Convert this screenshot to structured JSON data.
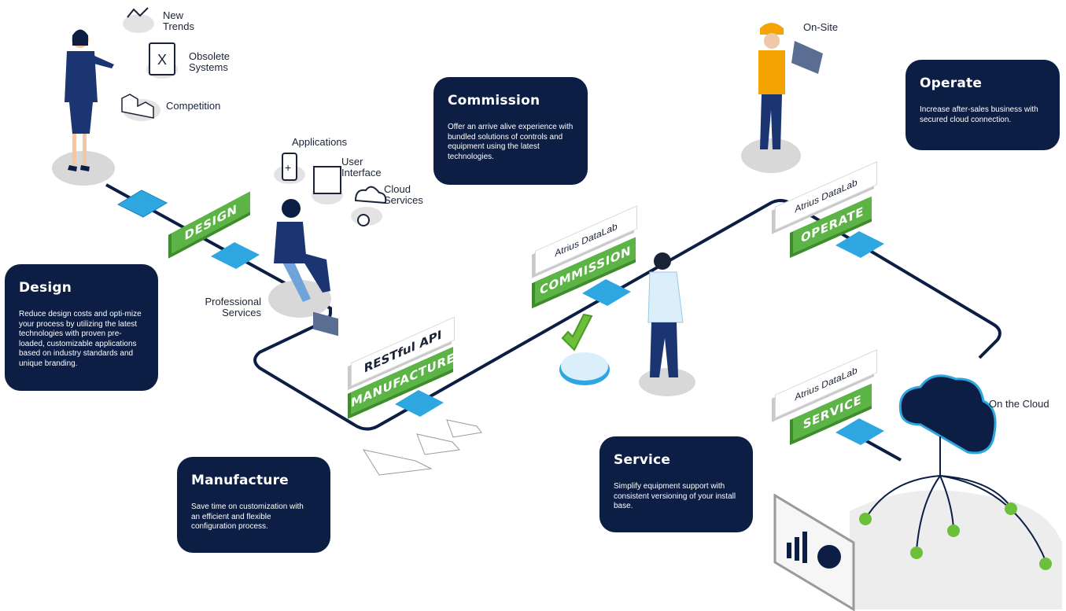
{
  "cards": {
    "design": {
      "title": "Design",
      "text": "Reduce design costs and opti-mize your process by utilizing the latest technologies with proven pre-loaded, customizable applications based on industry standards and unique branding."
    },
    "commission": {
      "title": "Commission",
      "text": "Offer an arrive alive experience with bundled solutions of controls and equipment using the latest technologies."
    },
    "operate": {
      "title": "Operate",
      "text": "Increase after-sales business with secured cloud connection."
    },
    "manufacture": {
      "title": "Manufacture",
      "text": "Save time on customization with an efficient and flexible configuration process."
    },
    "service": {
      "title": "Service",
      "text": "Simplify equipment support with consistent versioning of your install base."
    }
  },
  "labels": {
    "new_trends": "New\nTrends",
    "obsolete_systems": "Obsolete\nSystems",
    "competition": "Competition",
    "applications": "Applications",
    "user_interface": "User\nInterface",
    "cloud_services": "Cloud\nServices",
    "professional_services": "Professional\nServices",
    "on_site": "On-Site",
    "on_the_cloud": "On the Cloud"
  },
  "stages": {
    "design": "DESIGN",
    "manufacture": "MANUFACTURE",
    "restful_api": "RESTful API",
    "commission": "COMMISSION",
    "operate": "OPERATE",
    "service": "SERVICE",
    "datalab": "Atrius DataLab"
  },
  "colors": {
    "navy": "#0c1e44",
    "green": "#5db446",
    "blue_node": "#2ea6e0",
    "pin_green": "#6cbf3a"
  }
}
